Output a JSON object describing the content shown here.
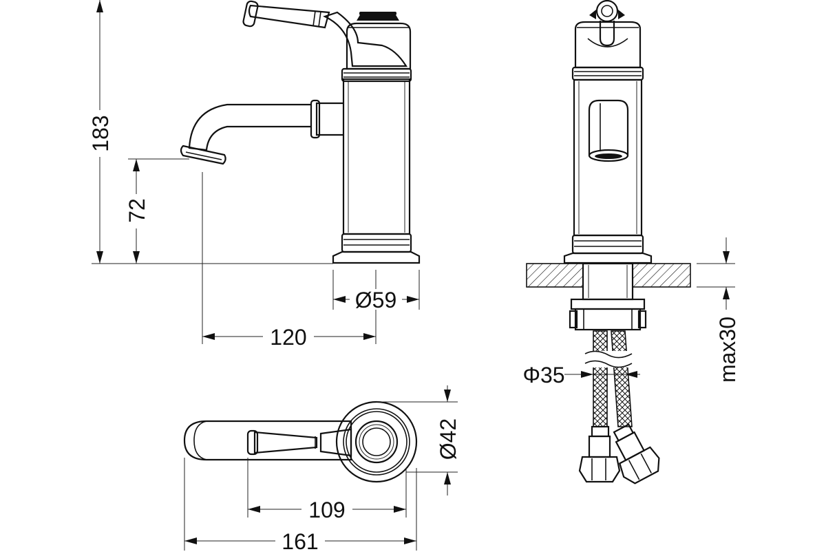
{
  "dimensions": {
    "total_height": "183",
    "spout_height": "72",
    "base_diameter": "Ø59",
    "spout_reach": "120",
    "hole_diameter": "Φ35",
    "max_thickness": "max30",
    "top_diameter": "Ø42",
    "handle_length": "109",
    "overall_length": "161"
  },
  "colors": {
    "line": "#111111",
    "background": "#ffffff"
  }
}
